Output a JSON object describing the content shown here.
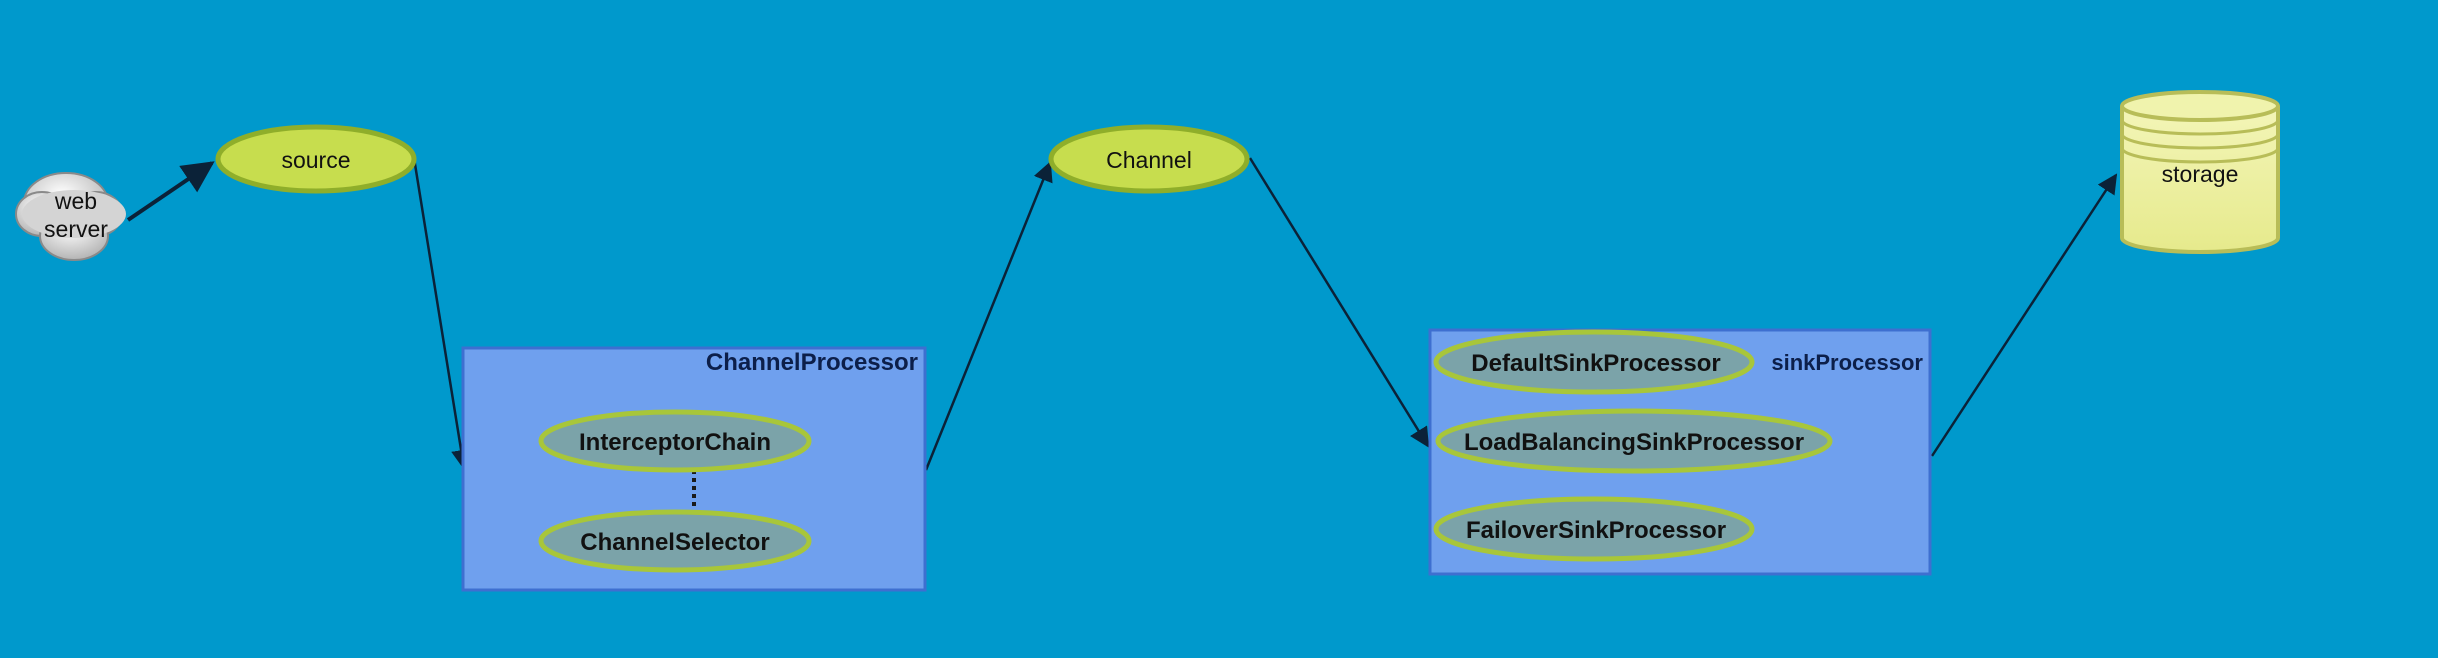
{
  "nodes": {
    "web_server": {
      "line1": "web",
      "line2": "server"
    },
    "source": {
      "label": "source"
    },
    "channel": {
      "label": "Channel"
    },
    "storage": {
      "label": "storage"
    }
  },
  "channel_processor": {
    "title": "ChannelProcessor",
    "items": [
      "InterceptorChain",
      "ChannelSelector"
    ]
  },
  "sink_processor": {
    "title": "sinkProcessor",
    "items": [
      "DefaultSinkProcessor",
      "LoadBalancingSinkProcessor",
      "FailoverSinkProcessor"
    ]
  },
  "colors": {
    "background": "#0099cc",
    "node_fill": "#c7dd4e",
    "node_stroke": "#8fae2a",
    "group_fill": "#6fa0ee",
    "group_stroke": "#3e6fd0",
    "inner_fill": "#7ba3a9",
    "inner_stroke": "#a8c63a",
    "storage_fill": "#ecef9e",
    "storage_stroke": "#b8bd58",
    "cloud_fill": "#d8d8d8",
    "edge": "#0b2238"
  }
}
